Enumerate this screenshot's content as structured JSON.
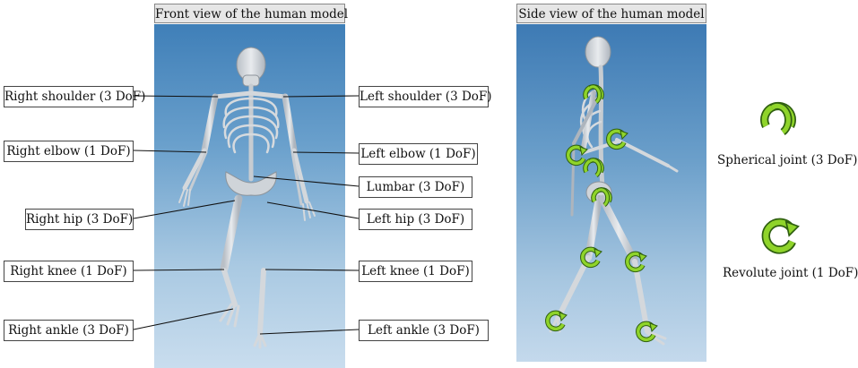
{
  "front_title": "Front view of the human model",
  "side_title": "Side view of the human model",
  "labels": {
    "right_shoulder": "Right shoulder (3 DoF)",
    "right_elbow": "Right elbow (1 DoF)",
    "right_hip": "Right hip (3 DoF)",
    "right_knee": "Right knee (1 DoF)",
    "right_ankle": "Right ankle (3 DoF)",
    "left_shoulder": "Left shoulder (3 DoF)",
    "left_elbow": "Left elbow (1 DoF)",
    "lumbar": "Lumbar (3 DoF)",
    "left_hip": "Left hip (3 DoF)",
    "left_knee": "Left knee (1 DoF)",
    "left_ankle": "Left ankle (3 DoF)"
  },
  "legend": {
    "spherical": "Spherical joint (3 DoF)",
    "revolute": "Revolute joint (1 DoF)"
  },
  "colors": {
    "joint_green": "#8fd42a",
    "bone": "#d4d8dc",
    "sky_top": "#3f7fb8"
  }
}
